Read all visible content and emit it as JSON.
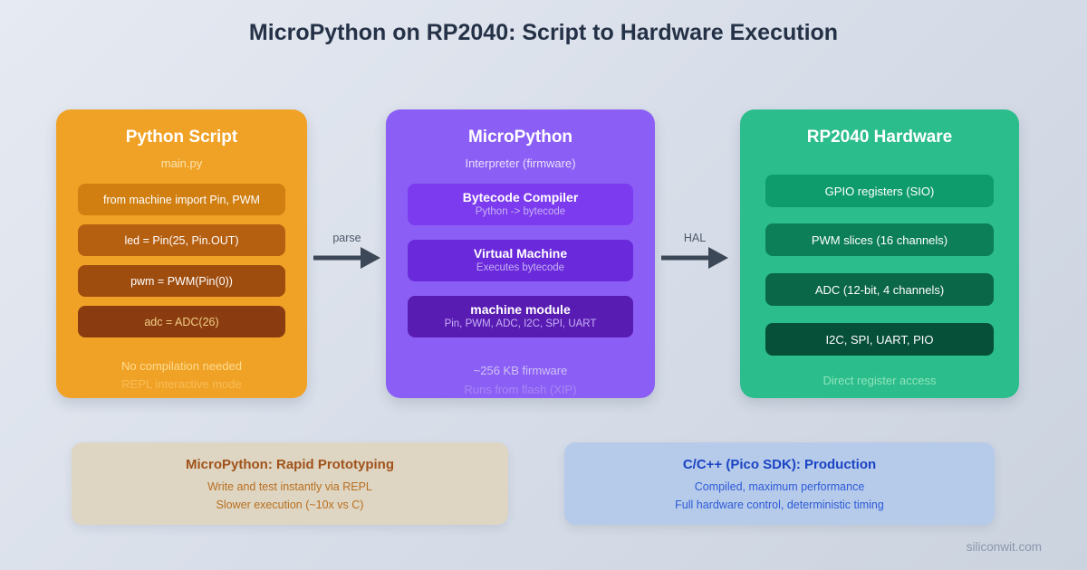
{
  "page": {
    "title": "MicroPython on RP2040: Script to Hardware Execution",
    "footer": "siliconwit.com"
  },
  "cards": {
    "python": {
      "title": "Python Script",
      "subtitle": "main.py",
      "code_lines": [
        "from machine import Pin, PWM",
        "led = Pin(25, Pin.OUT)",
        "pwm = PWM(Pin(0))",
        "adc = ADC(26)"
      ],
      "notes": [
        "No compilation needed",
        "REPL interactive mode"
      ]
    },
    "micropython": {
      "title": "MicroPython",
      "subtitle": "Interpreter (firmware)",
      "components": [
        {
          "title": "Bytecode Compiler",
          "subtitle": "Python -> bytecode"
        },
        {
          "title": "Virtual Machine",
          "subtitle": "Executes bytecode"
        },
        {
          "title": "machine module",
          "subtitle": "Pin, PWM, ADC, I2C, SPI, UART"
        }
      ],
      "notes": [
        "~256 KB firmware",
        "Runs from flash (XIP)"
      ]
    },
    "hardware": {
      "title": "RP2040 Hardware",
      "blocks": [
        "GPIO registers (SIO)",
        "PWM slices (16 channels)",
        "ADC (12-bit, 4 channels)",
        "I2C, SPI, UART, PIO"
      ],
      "notes": [
        "Direct register access"
      ]
    }
  },
  "arrows": [
    {
      "label": "parse"
    },
    {
      "label": "HAL"
    }
  ],
  "comparison": {
    "micropython": {
      "title": "MicroPython: Rapid Prototyping",
      "lines": [
        "Write and test instantly via REPL",
        "Slower execution (~10x vs C)"
      ]
    },
    "cpp": {
      "title": "C/C++ (Pico SDK): Production",
      "lines": [
        "Compiled, maximum performance",
        "Full hardware control, deterministic timing"
      ]
    }
  },
  "palette": {
    "background_start": "#e6eaf2",
    "background_end": "#cbd3df",
    "title_text": "#243146",
    "python_card": "#f0a227",
    "python_code_lines": [
      "#d07f10",
      "#b55f10",
      "#9e4d0f",
      "#8a3c10"
    ],
    "micropython_card": "#8b5ff5",
    "micropython_components": [
      "#7c3bef",
      "#6a29da",
      "#591cb3"
    ],
    "hardware_card": "#2bbd8b",
    "hardware_blocks": [
      "#0f9c6d",
      "#0c7f58",
      "#0a6748",
      "#064f38"
    ],
    "arrow": "#3c4857",
    "panel_left_bg": "#ded6c2",
    "panel_left_text": "#a0521b",
    "panel_right_bg": "#b6caea",
    "panel_right_text": "#1a44c4"
  }
}
